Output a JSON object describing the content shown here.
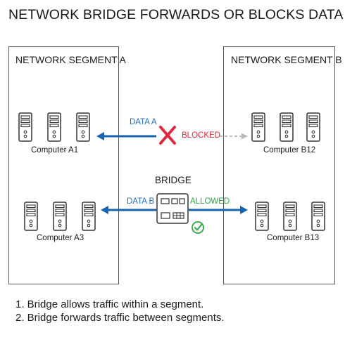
{
  "title": "NETWORK BRIDGE FORWARDS OR BLOCKS DATA",
  "segment_a": {
    "label": "NETWORK SEGMENT A",
    "top_group": "Computer A1",
    "bottom_group": "Computer A3"
  },
  "segment_b": {
    "label": "NETWORK SEGMENT B",
    "top_group": "Computer B12",
    "bottom_group": "Computer B13"
  },
  "bridge": {
    "label": "BRIDGE"
  },
  "flows": {
    "data_a": {
      "label": "DATA A",
      "status": "BLOCKED",
      "status_icon": "x-icon"
    },
    "data_b": {
      "label": "DATA B",
      "status": "ALLOWED",
      "status_icon": "check-circle-icon"
    }
  },
  "notes": [
    "1. Bridge allows traffic within  a segment.",
    "2. Bridge forwards traffic between segments."
  ],
  "colors": {
    "arrow_blue": "#1565b0",
    "label_blue": "#1f6fbf",
    "blocked_red": "#e0263a",
    "allowed_green": "#2aa842",
    "blocked_arrow_gray": "#b8b8b8"
  }
}
